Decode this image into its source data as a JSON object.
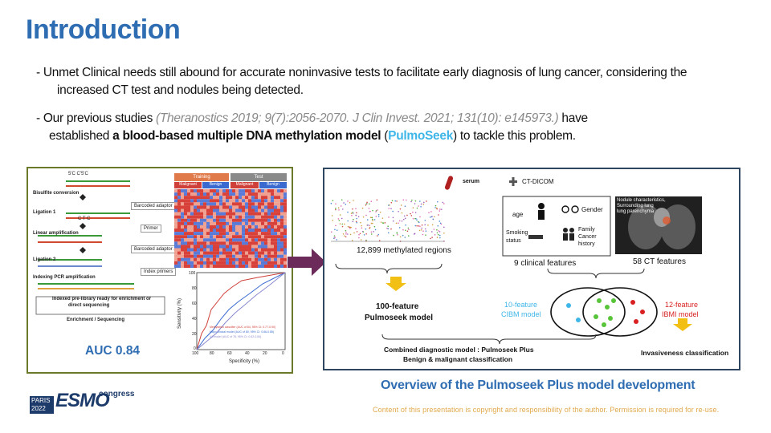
{
  "slide": {
    "title": "Introduction",
    "bullet1_line1": "- Unmet Clinical needs still abound for accurate noninvasive tests to facilitate  early diagnosis of lung cancer, considering the",
    "bullet1_line2": "increased CT test and nodules being detected.",
    "bullet2_prefix": "- Our previous studies ",
    "bullet2_citation": "(Theranostics 2019; 9(7):2056-2070. J Clin Invest. 2021; 131(10): e145973.)",
    "bullet2_suffix": " have",
    "bullet2_line2_prefix": "established ",
    "bullet2_bold": "a blood-based multiple DNA methylation model",
    "bullet2_paren_open": " (",
    "bullet2_model": "PulmoSeek",
    "bullet2_line2_suffix": ") to tackle this problem.",
    "auc_label": "AUC 0.84",
    "caption": "Overview of the Pulmoseek Plus model development",
    "footer": "Content of this presentation  is copyright and responsibility  of the author. Permission is required  for re-use.",
    "colors": {
      "title": "#2f6db2",
      "model_name": "#3fb6e8",
      "left_border": "#6b7a2a",
      "right_border": "#2e4660",
      "arrow": "#6b2a5a",
      "footer": "#e0a84a"
    }
  },
  "logo": {
    "city": "PARIS",
    "year": "2022",
    "word": "ESMO",
    "suffix": "congress"
  },
  "left_figure": {
    "steps": [
      "Bisulfite conversion",
      "Ligation 1",
      "Linear amplification",
      "Ligation 2",
      "Indexing PCR amplification",
      "Enrichment / Sequencing"
    ],
    "dna_labels": {
      "top": "5'C  C'5'C",
      "mid": "C     T     C"
    },
    "adapters": [
      "Barcoded adaptor 1",
      "Primer",
      "Barcoded adaptor 2",
      "Index primers"
    ],
    "library_text": [
      "Indexed pre-library ready for enrichment or",
      "direct sequencing"
    ],
    "heatmap_headers": [
      "Training",
      "Test"
    ],
    "heatmap_subheaders": [
      "Malignant",
      "Benign",
      "Malignant",
      "Benign"
    ],
    "roc": {
      "ylabel": "Sensitivity (%)",
      "xlabel": "Specificity (%)",
      "xticks": [
        "100",
        "80",
        "60",
        "40",
        "20",
        "0"
      ],
      "yticks": [
        "100",
        "80",
        "60",
        "40",
        "20",
        "0"
      ],
      "legend": [
        "Methylation classifier (AUC of 84, 95% CI: 0.77-0.90)",
        "Mayo clinical model (AUC of 80, 95% CI: 0.66-0.85)",
        "VA model (AUC of 78, 95% CI: 0.62-0.84)"
      ]
    }
  },
  "right_figure": {
    "serum": "serum",
    "ct": "CT-DICOM",
    "regions": "12,899 methylated  regions",
    "clinical_features": "9 clinical features",
    "ct_features": "58 CT features",
    "clinical_items": [
      "age",
      "Gender",
      "Smoking",
      "status",
      "Family",
      "Cancer",
      "history"
    ],
    "ct_overlay": [
      "Nodule characteristics,",
      "Surrounding lung",
      "lung parenchyma"
    ],
    "pulmoseek_model": [
      "100-feature",
      "Pulmoseek model"
    ],
    "cibm": [
      "10-feature",
      "CIBM model"
    ],
    "ibmi": [
      "12-feature",
      "IBMI model"
    ],
    "combined": [
      "Combined diagnostic model : Pulmoseek Plus",
      "Benign & malignant classification"
    ],
    "invasiveness": "Invasiveness classification"
  }
}
